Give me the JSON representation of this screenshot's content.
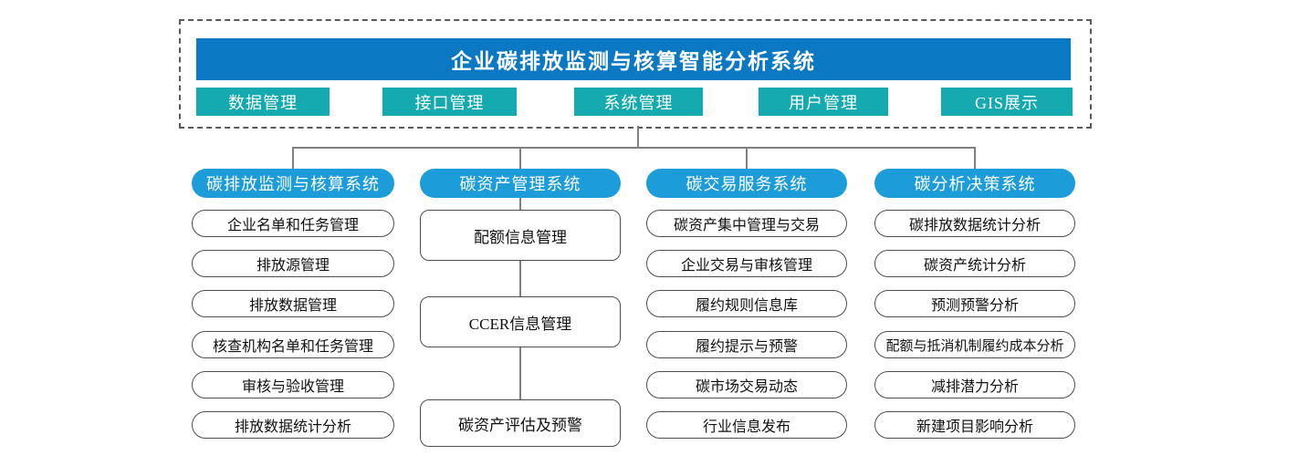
{
  "title": "企业碳排放监测与核算智能分析系统",
  "tabs": [
    "数据管理",
    "接口管理",
    "系统管理",
    "用户管理",
    "GIS展示"
  ],
  "columns": [
    {
      "header": "碳排放监测与核算系统",
      "items": [
        "企业名单和任务管理",
        "排放源管理",
        "排放数据管理",
        "核查机构名单和任务管理",
        "审核与验收管理",
        "排放数据统计分析"
      ]
    },
    {
      "header": "碳资产管理系统",
      "items": [
        "配额信息管理",
        "CCER信息管理",
        "碳资产评估及预警"
      ]
    },
    {
      "header": "碳交易服务系统",
      "items": [
        "碳资产集中管理与交易",
        "企业交易与审核管理",
        "履约规则信息库",
        "履约提示与预警",
        "碳市场交易动态",
        "行业信息发布"
      ]
    },
    {
      "header": "碳分析决策系统",
      "items": [
        "碳排放数据统计分析",
        "碳资产统计分析",
        "预测预警分析",
        "配额与抵消机制履约成本分析",
        "减排潜力分析",
        "新建项目影响分析"
      ]
    }
  ],
  "colors": {
    "title_bar_blue": "#0a78c2",
    "tab_teal": "#15a9b0",
    "column_header_blue": "#1c9cd9",
    "connector_line": "#808080",
    "box_border": "#4d4d4d"
  }
}
